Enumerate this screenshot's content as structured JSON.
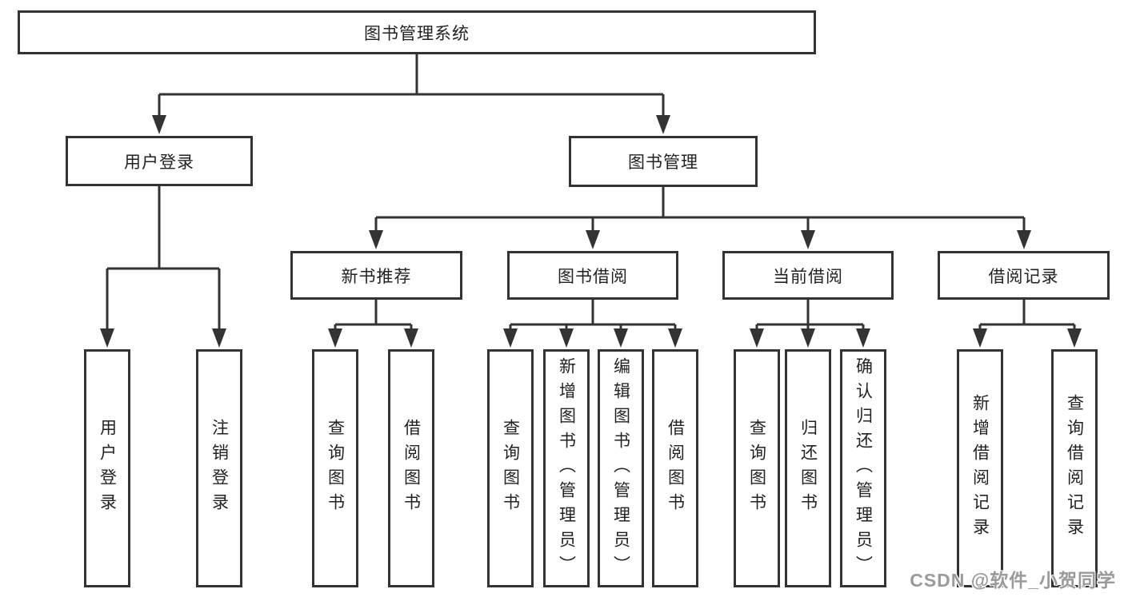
{
  "tree": {
    "root": "图书管理系统",
    "level2": [
      {
        "label": "用户登录"
      },
      {
        "label": "图书管理"
      }
    ],
    "level3": [
      {
        "label": "新书推荐"
      },
      {
        "label": "图书借阅"
      },
      {
        "label": "当前借阅"
      },
      {
        "label": "借阅记录"
      }
    ],
    "leaves": {
      "user_login": [
        "用户登录",
        "注销登录"
      ],
      "new_book": [
        "查询图书",
        "借阅图书"
      ],
      "book_borrow": [
        "查询图书",
        "新增图书（管理员）",
        "编辑图书（管理员）",
        "借阅图书"
      ],
      "current_borrow": [
        "查询图书",
        "归还图书",
        "确认归还（管理员）"
      ],
      "borrow_record": [
        "新增借阅记录",
        "查询借阅记录"
      ]
    }
  },
  "watermark": {
    "text": "CSDN @软件_小贺同学"
  },
  "colors": {
    "line": "#333333",
    "box_border": "#333333",
    "text": "#222222",
    "background": "#ffffff",
    "watermark": "#9a9a9a"
  }
}
